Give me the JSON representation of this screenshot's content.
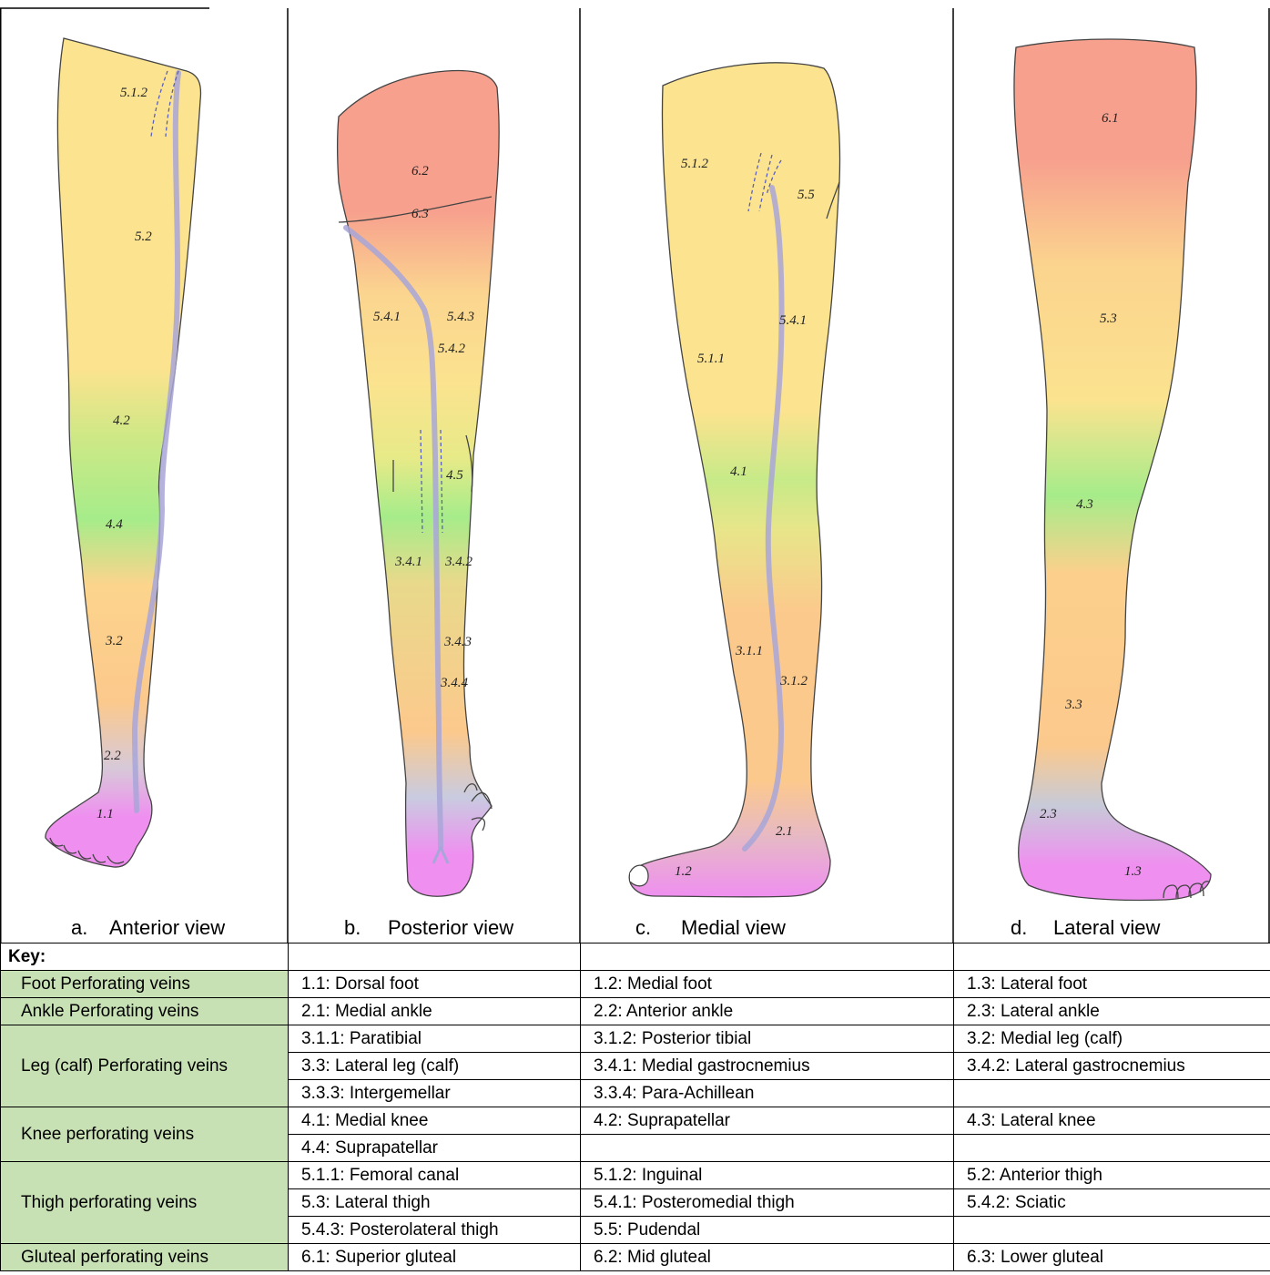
{
  "views": [
    {
      "caption_letter": "a.",
      "caption": "Anterior view",
      "labels": [
        "5.1.2",
        "5.2",
        "4.2",
        "4.4",
        "3.2",
        "2.2",
        "1.1"
      ]
    },
    {
      "caption_letter": "b.",
      "caption": "Posterior view",
      "labels": [
        "6.2",
        "6.3",
        "5.4.1",
        "5.4.3",
        "5.4.2",
        "4.5",
        "3.4.1",
        "3.4.2",
        "3.4.3",
        "3.4.4"
      ]
    },
    {
      "caption_letter": "c.",
      "caption": "Medial view",
      "labels": [
        "5.1.2",
        "5.5",
        "5.4.1",
        "5.1.1",
        "4.1",
        "3.1.1",
        "3.1.2",
        "2.1",
        "1.2"
      ]
    },
    {
      "caption_letter": "d.",
      "caption": "Lateral view",
      "labels": [
        "6.1",
        "5.3",
        "4.3",
        "3.3",
        "2.3",
        "1.3"
      ]
    }
  ],
  "colors": {
    "gluteal": "#f7a08e",
    "thigh": "#fbe38f",
    "knee": "#a6ec8a",
    "leg": "#fcc98c",
    "foot": "#ef8ff0",
    "vein": "#a8a6d8",
    "key_category_bg": "#c7e0b4"
  },
  "key": {
    "heading": "Key:",
    "groups": [
      {
        "category": "Foot Perforating veins",
        "rows": [
          [
            "1.1: Dorsal foot",
            "1.2: Medial foot",
            "1.3: Lateral foot"
          ]
        ]
      },
      {
        "category": "Ankle Perforating veins",
        "rows": [
          [
            "2.1: Medial ankle",
            "2.2: Anterior ankle",
            "2.3: Lateral ankle"
          ]
        ]
      },
      {
        "category": "Leg (calf) Perforating veins",
        "rows": [
          [
            "3.1.1: Paratibial",
            "3.1.2: Posterior tibial",
            "3.2: Medial leg (calf)"
          ],
          [
            "3.3: Lateral leg (calf)",
            "3.4.1: Medial gastrocnemius",
            "3.4.2: Lateral gastrocnemius"
          ],
          [
            "3.3.3: Intergemellar",
            "3.3.4: Para-Achillean",
            ""
          ]
        ]
      },
      {
        "category": "Knee perforating veins",
        "rows": [
          [
            "4.1: Medial knee",
            "4.2: Suprapatellar",
            "4.3: Lateral knee"
          ],
          [
            "4.4: Suprapatellar",
            "",
            ""
          ]
        ]
      },
      {
        "category": "Thigh perforating veins",
        "rows": [
          [
            "5.1.1: Femoral canal",
            "5.1.2: Inguinal",
            "5.2: Anterior thigh"
          ],
          [
            "5.3: Lateral thigh",
            "5.4.1: Posteromedial thigh",
            "5.4.2: Sciatic"
          ],
          [
            "5.4.3: Posterolateral thigh",
            "5.5: Pudendal",
            ""
          ]
        ]
      },
      {
        "category": "Gluteal perforating veins",
        "rows": [
          [
            "6.1: Superior gluteal",
            "6.2: Mid gluteal",
            "6.3: Lower gluteal"
          ]
        ]
      }
    ]
  }
}
